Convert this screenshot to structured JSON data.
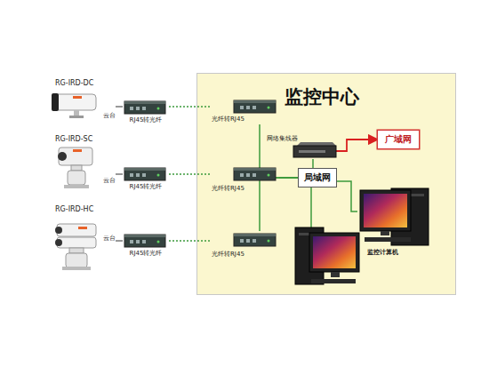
{
  "diagram": {
    "nodes": [
      {
        "text": [
          "监控中心"
        ]
      },
      {
        "text": [
          "RG-IRD-DC",
          "云台"
        ]
      },
      {
        "text": [
          "RJ45转光纤"
        ]
      },
      {
        "text": [
          "光纤转RJ45"
        ],
        "in": 0
      },
      {
        "text": [
          "RG-IRD-SC",
          "云台"
        ]
      },
      {
        "text": [
          "RJ45转光纤"
        ]
      },
      {
        "text": [
          "光纤转RJ45"
        ],
        "in": 0
      },
      {
        "text": [
          "RG-IRD-HC",
          "云台"
        ]
      },
      {
        "text": [
          "RJ45转光纤"
        ]
      },
      {
        "text": [
          "光纤转RJ45"
        ],
        "in": 0
      },
      {
        "text": [
          "网络集线器"
        ],
        "in": 0
      },
      {
        "text": [
          "局域网"
        ],
        "in": 0
      },
      {
        "text": [
          "广域网"
        ],
        "in": 0
      },
      {
        "text": [
          "监控计算机"
        ],
        "in": 0
      }
    ],
    "edges": [
      {
        "from": 1,
        "to": 2,
        "arrow": "none"
      },
      {
        "from": 2,
        "to": 3,
        "arrow": "none"
      },
      {
        "from": 4,
        "to": 5,
        "arrow": "none"
      },
      {
        "from": 5,
        "to": 6,
        "arrow": "none"
      },
      {
        "from": 7,
        "to": 8,
        "arrow": "none"
      },
      {
        "from": 8,
        "to": 9,
        "arrow": "none"
      },
      {
        "from": 3,
        "to": 11,
        "arrow": "none"
      },
      {
        "from": 6,
        "to": 11,
        "arrow": "none"
      },
      {
        "from": 9,
        "to": 11,
        "arrow": "none"
      },
      {
        "from": 10,
        "to": 11,
        "arrow": "none"
      },
      {
        "from": 10,
        "to": 12,
        "arrow": "to"
      },
      {
        "from": 11,
        "to": 13,
        "arrow": "none"
      }
    ]
  }
}
